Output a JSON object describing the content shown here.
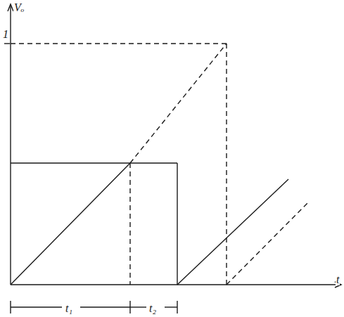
{
  "diagram": {
    "labels": [
      "Vₒ",
      "1",
      "t",
      "t₁",
      "t₂"
    ]
  }
}
